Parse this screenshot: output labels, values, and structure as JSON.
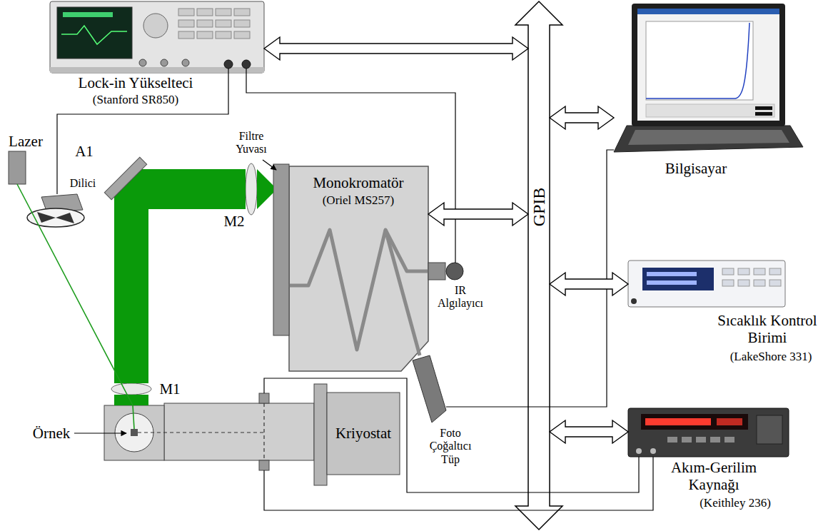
{
  "diagram": {
    "nodes": [
      {
        "text": [
          "Lock-in Yükselteci",
          "(Stanford SR850)"
        ]
      },
      {
        "text": [
          "Lazer"
        ]
      },
      {
        "text": [
          "Dilici"
        ]
      },
      {
        "text": [
          "A1"
        ]
      },
      {
        "text": [
          "Filtre Yuvası"
        ]
      },
      {
        "text": [
          "M2"
        ]
      },
      {
        "text": [
          "Monokromatör",
          "(Oriel MS257)"
        ]
      },
      {
        "text": [
          "IR Algılayıcı"
        ]
      },
      {
        "text": [
          "Foto Çoğaltıcı Tüp"
        ]
      },
      {
        "text": [
          "M1"
        ]
      },
      {
        "text": [
          "Örnek"
        ]
      },
      {
        "text": [
          "Kriyostat"
        ]
      },
      {
        "text": [
          "GPIB"
        ]
      },
      {
        "text": [
          "Bilgisayar"
        ]
      },
      {
        "text": [
          "Sıcaklık Kontrol Birimi",
          "(LakeShore 331)"
        ]
      },
      {
        "text": [
          "Akım-Gerilim Kaynağı",
          "(Keithley 236)"
        ]
      }
    ],
    "edges": [
      {
        "from": 0,
        "to": 12,
        "arrow": "both"
      },
      {
        "from": 6,
        "to": 12,
        "arrow": "both"
      },
      {
        "from": 12,
        "to": 13,
        "arrow": "both"
      },
      {
        "from": 12,
        "to": 14,
        "arrow": "both"
      },
      {
        "from": 12,
        "to": 15,
        "arrow": "both"
      },
      {
        "from": 0,
        "to": 2,
        "arrow": "none"
      },
      {
        "from": 0,
        "to": 7,
        "arrow": "none"
      },
      {
        "from": 8,
        "to": 13,
        "arrow": "none"
      },
      {
        "from": 11,
        "to": 15,
        "arrow": "none"
      },
      {
        "from": 11,
        "to": 15,
        "arrow": "none"
      },
      {
        "from": 1,
        "to": 10,
        "arrow": "none"
      },
      {
        "from": 10,
        "to": 9,
        "arrow": "none"
      },
      {
        "from": 9,
        "to": 3,
        "arrow": "none"
      },
      {
        "from": 3,
        "to": 5,
        "arrow": "none"
      },
      {
        "from": 5,
        "to": 4,
        "arrow": "none"
      }
    ]
  }
}
